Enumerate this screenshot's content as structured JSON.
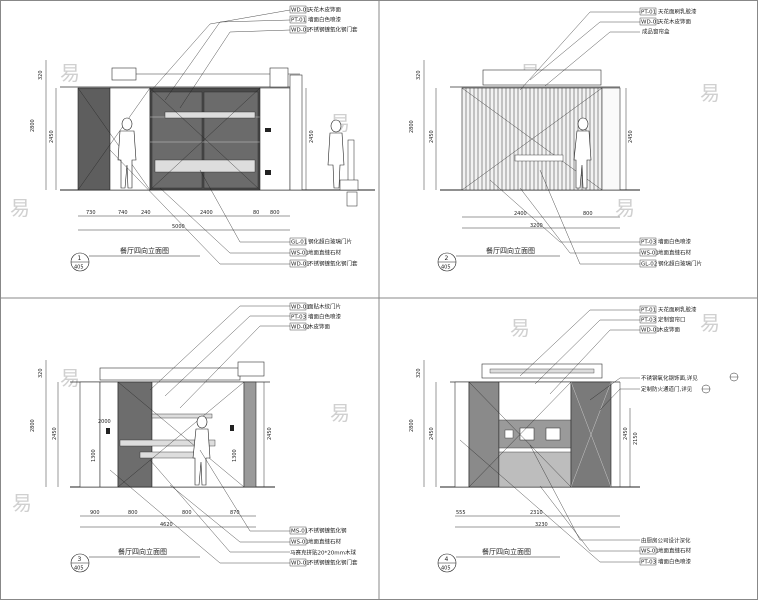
{
  "watermark": "易",
  "panels": [
    {
      "title": "餐厅四向立面图",
      "index": "1",
      "sheet": "405",
      "top_labels": [
        "WD-01",
        "天花木皮饰面",
        "PT-01",
        "墙面白色喷漆",
        "WD-01",
        "不锈钢镀氧化钢门套"
      ],
      "bottom_labels": [
        "GL-01",
        "钢化超白玻璃门片",
        "WS-01",
        "地面直缝石材",
        "WD-01",
        "不锈钢镀氧化钢门套"
      ],
      "dims": [
        "730",
        "740",
        "240",
        "2400",
        "80",
        "800"
      ],
      "total": "5000",
      "heights": [
        "320",
        "2800",
        "2450"
      ]
    },
    {
      "title": "餐厅四向立面图",
      "index": "2",
      "sheet": "405",
      "top_labels": [
        "PT-01",
        "天花面刷乳胶漆",
        "WD-01",
        "天花木皮饰面",
        "成品窗帘盒",
        ""
      ],
      "bottom_labels": [
        "PT-03",
        "墙面白色喷漆",
        "WS-01",
        "地面直缝石材",
        "GL-02",
        "钢化超白玻璃门片"
      ],
      "dims": [
        "2400",
        "800"
      ],
      "total": "3200",
      "heights": [
        "320",
        "2800",
        "2450"
      ]
    },
    {
      "title": "餐厅四向立面图",
      "index": "3",
      "sheet": "405",
      "top_labels": [
        "WD-01",
        "面贴木纹门片",
        "PT-03",
        "墙面白色喷漆",
        "WD-02",
        "木皮饰面"
      ],
      "bottom_labels": [
        "MS-01",
        "不锈钢镀氧化钢",
        "WS-01",
        "地面直缝石材",
        "马赛克拼贴20*20mm木球",
        "",
        "WD-01",
        "不锈钢镀氧化钢门套"
      ],
      "dims": [
        "900",
        "800",
        "800",
        "870"
      ],
      "total": "4620",
      "heights": [
        "320",
        "2800",
        "2450"
      ],
      "side_dims": [
        "2000",
        "1300",
        "1300"
      ]
    },
    {
      "title": "餐厅四向立面图",
      "index": "4",
      "sheet": "405",
      "top_labels": [
        "PT-01",
        "天花面刷乳胶漆",
        "PT-03",
        "定制窗帘口",
        "WD-01",
        "木皮饰面"
      ],
      "side_notes": [
        "不锈钢氧化钢饰面,详见",
        "定制防火通道门,详见"
      ],
      "bottom_labels": [
        "由厨房公司设计深化",
        "",
        "WS-01",
        "地面直缝石材",
        "PT-03",
        "墙面白色喷漆"
      ],
      "dims": [
        "555",
        "2310"
      ],
      "total": "3230",
      "heights": [
        "320",
        "2800",
        "2450",
        "2150"
      ]
    }
  ]
}
